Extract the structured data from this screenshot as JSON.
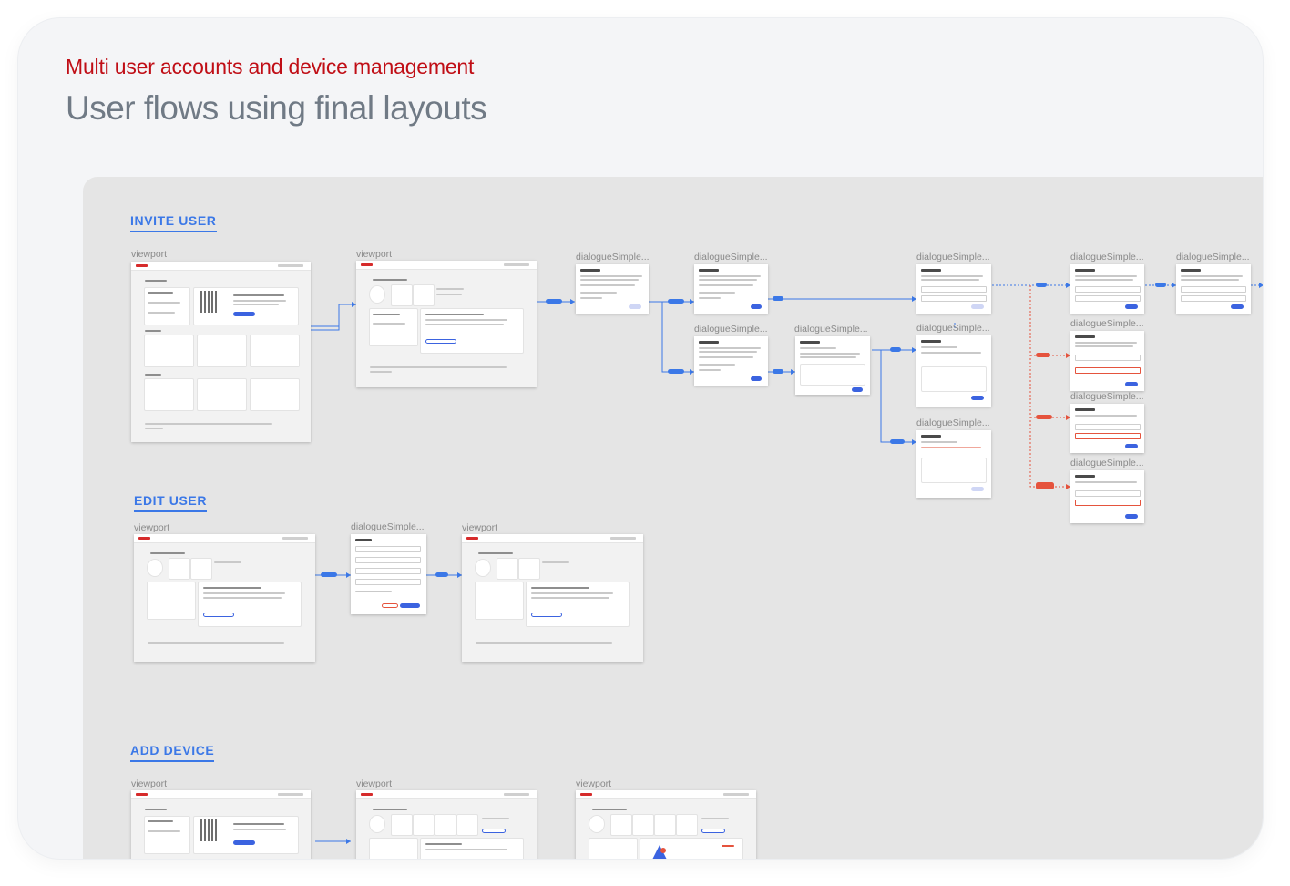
{
  "header": {
    "kicker": "Multi user accounts and device management",
    "title": "User flows using final layouts"
  },
  "sections": {
    "invite": "INVITE USER",
    "edit": "EDIT USER",
    "add": "ADD DEVICE"
  },
  "frame_labels": {
    "viewport": "viewport",
    "dialogue": "dialogueSimple..."
  },
  "colors": {
    "kicker": "#c00e16",
    "title": "#707a85",
    "section": "#3b78e7",
    "connector_blue": "#3b78e7",
    "connector_red": "#e5533d",
    "canvas": "#e5e5e5"
  }
}
